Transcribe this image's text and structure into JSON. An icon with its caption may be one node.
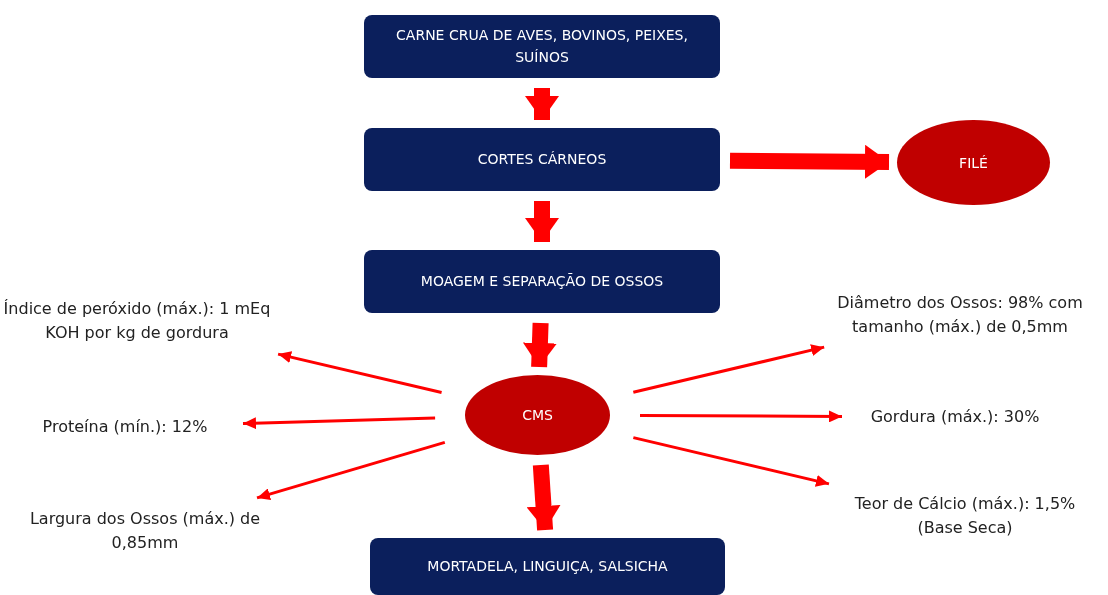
{
  "diagram": {
    "nodes": [
      {
        "text": [
          "CARNE CRUA DE AVES, BOVINOS, PEIXES, SUÍNOS"
        ]
      },
      {
        "text": [
          "CORTES CÁRNEOS"
        ]
      },
      {
        "text": [
          "FILÉ"
        ]
      },
      {
        "text": [
          "MOAGEM E SEPARAÇÃO DE OSSOS"
        ]
      },
      {
        "text": [
          "CMS"
        ]
      },
      {
        "text": [
          "MORTADELA, LINGUIÇA, SALSICHA"
        ]
      },
      {
        "text": [
          "Índice de peróxido (máx.): 1 mEq KOH por kg de gordura"
        ]
      },
      {
        "text": [
          "Diâmetro dos Ossos: 98% com tamanho (máx.) de 0,5mm"
        ]
      },
      {
        "text": [
          "Proteína (mín.): 12%"
        ]
      },
      {
        "text": [
          "Gordura (máx.): 30%"
        ]
      },
      {
        "text": [
          "Largura dos Ossos (máx.) de 0,85mm"
        ]
      },
      {
        "text": [
          "Teor de Cálcio (máx.): 1,5% (Base Seca)"
        ]
      }
    ],
    "edges": [
      {
        "from": 0,
        "to": 1,
        "arrow": "to",
        "style": "thick"
      },
      {
        "from": 1,
        "to": 2,
        "arrow": "to",
        "style": "thick"
      },
      {
        "from": 1,
        "to": 3,
        "arrow": "to",
        "style": "thick"
      },
      {
        "from": 3,
        "to": 4,
        "arrow": "to",
        "style": "thick"
      },
      {
        "from": 4,
        "to": 5,
        "arrow": "to",
        "style": "thick"
      },
      {
        "from": 4,
        "to": 6,
        "arrow": "to"
      },
      {
        "from": 4,
        "to": 7,
        "arrow": "to"
      },
      {
        "from": 4,
        "to": 8,
        "arrow": "to"
      },
      {
        "from": 4,
        "to": 9,
        "arrow": "to"
      },
      {
        "from": 4,
        "to": 10,
        "arrow": "to"
      },
      {
        "from": 4,
        "to": 11,
        "arrow": "to"
      }
    ]
  }
}
